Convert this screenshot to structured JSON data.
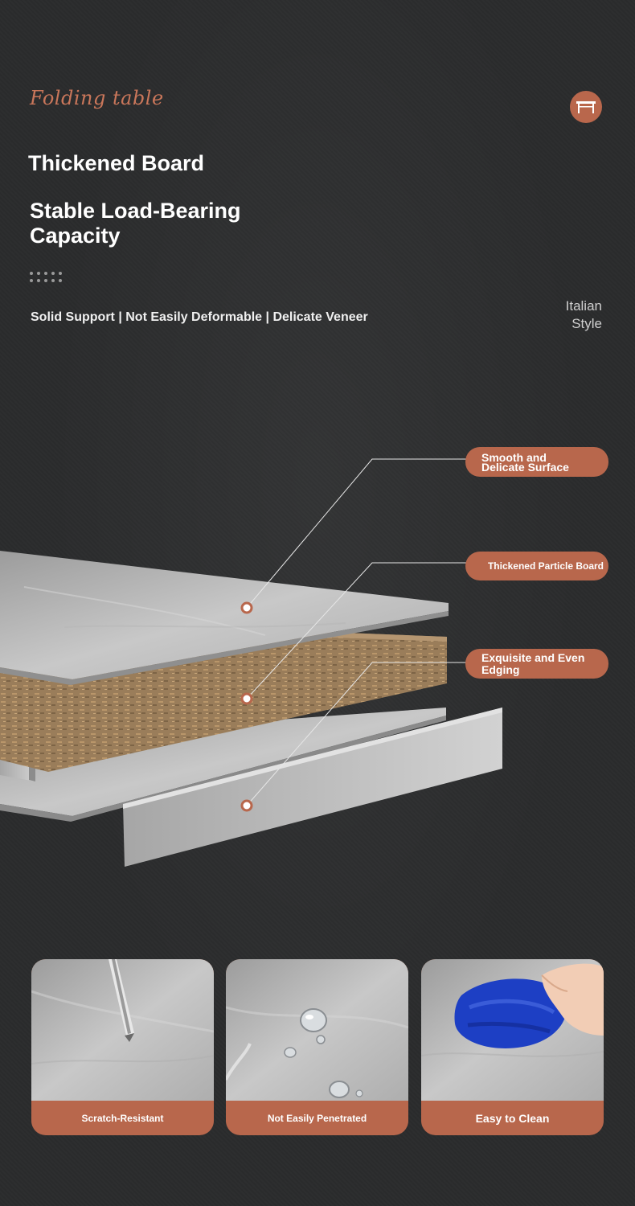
{
  "brand": {
    "script_title": "Folding table",
    "badge_icon": "folding-table-icon"
  },
  "heading": {
    "title": "Thickened Board",
    "subtitle_line1": "Stable Load-Bearing",
    "subtitle_line2": "Capacity",
    "features": "Solid Support | Not Easily Deformable | Delicate Veneer"
  },
  "side_note": {
    "line1": "Italian",
    "line2": "Style"
  },
  "callouts": [
    {
      "line1": "Smooth and",
      "line2": "Delicate Surface"
    },
    {
      "line1": "Thickened Particle Board"
    },
    {
      "line1": "Exquisite and Even",
      "line2": "Edging"
    }
  ],
  "cards": [
    {
      "label": "Scratch-Resistant",
      "icon": "screwdriver-icon"
    },
    {
      "label": "Not Easily Penetrated",
      "icon": "water-drop-icon"
    },
    {
      "label": "Easy to Clean",
      "icon": "cloth-icon"
    }
  ],
  "colors": {
    "accent": "#b8674c",
    "script": "#c9765a",
    "background": "#2b2c2d"
  }
}
